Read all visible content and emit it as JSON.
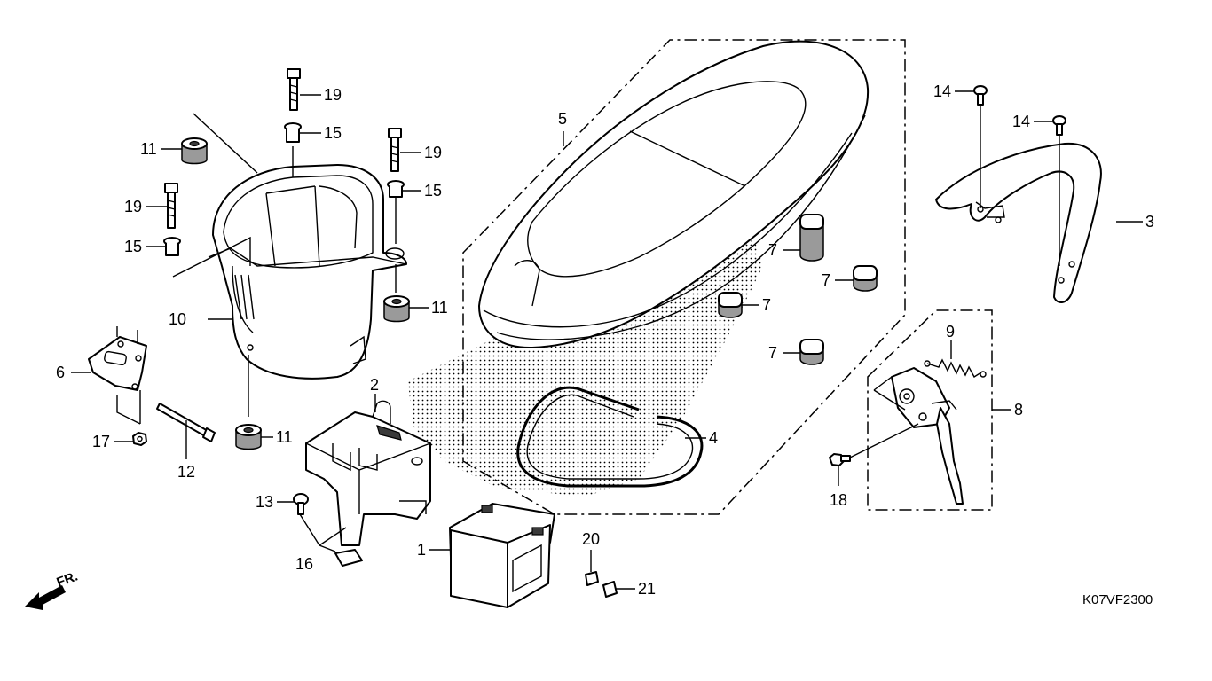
{
  "diagram": {
    "callouts": {
      "c1": "1",
      "c2": "2",
      "c3": "3",
      "c4": "4",
      "c5": "5",
      "c6": "6",
      "c7a": "7",
      "c7b": "7",
      "c7c": "7",
      "c7d": "7",
      "c8": "8",
      "c9": "9",
      "c10": "10",
      "c11a": "11",
      "c11b": "11",
      "c11c": "11",
      "c12": "12",
      "c13": "13",
      "c14a": "14",
      "c14b": "14",
      "c15a": "15",
      "c15b": "15",
      "c15c": "15",
      "c16": "16",
      "c17": "17",
      "c18": "18",
      "c19a": "19",
      "c19b": "19",
      "c19c": "19",
      "c20": "20",
      "c21": "21"
    },
    "front_marker": "FR.",
    "diagram_code": "K07VF2300"
  }
}
